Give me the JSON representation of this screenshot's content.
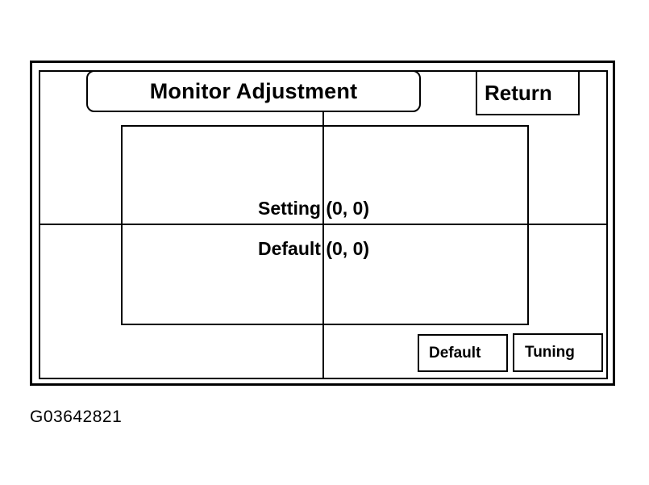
{
  "title": "Monitor Adjustment",
  "buttons": {
    "return_label": "Return",
    "default_label": "Default",
    "tuning_label": "Tuning"
  },
  "readout": {
    "setting": "Setting (0, 0)",
    "default": "Default (0, 0)"
  },
  "figure_id": "G03642821"
}
